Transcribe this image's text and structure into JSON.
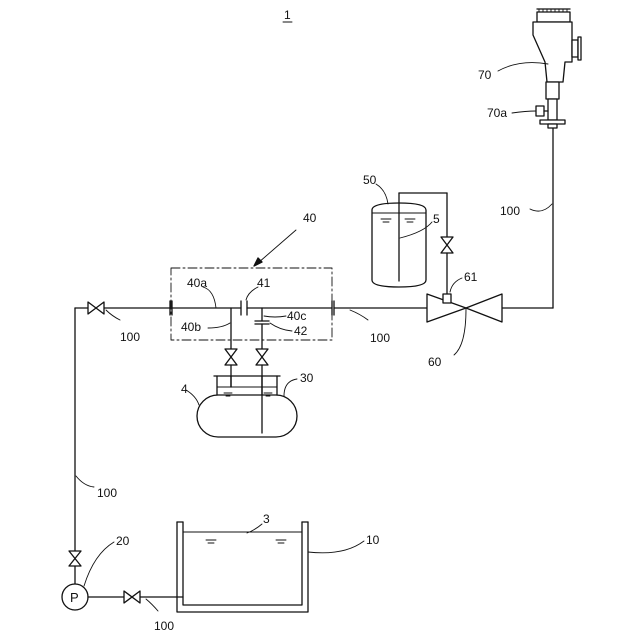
{
  "figure_number": "1",
  "labels": {
    "device": "40",
    "line_40a": "40a",
    "joint_41": "41",
    "line_40b": "40b",
    "line_40c": "40c",
    "trap_42": "42",
    "pipe_left": "100",
    "pipe_middle": "100",
    "pipe_right": "100",
    "pipe_vertical": "100",
    "pipe_bottom": "100",
    "tank_50": "50",
    "tank_liquid_5": "5",
    "ejector_60": "60",
    "ejector_port_61": "61",
    "dispenser_70": "70",
    "dispenser_valve_70a": "70a",
    "vessel_4": "4",
    "vessel_30": "30",
    "tank_liquid_3": "3",
    "tank_10": "10",
    "pump_20": "20",
    "pump_symbol": "P"
  }
}
